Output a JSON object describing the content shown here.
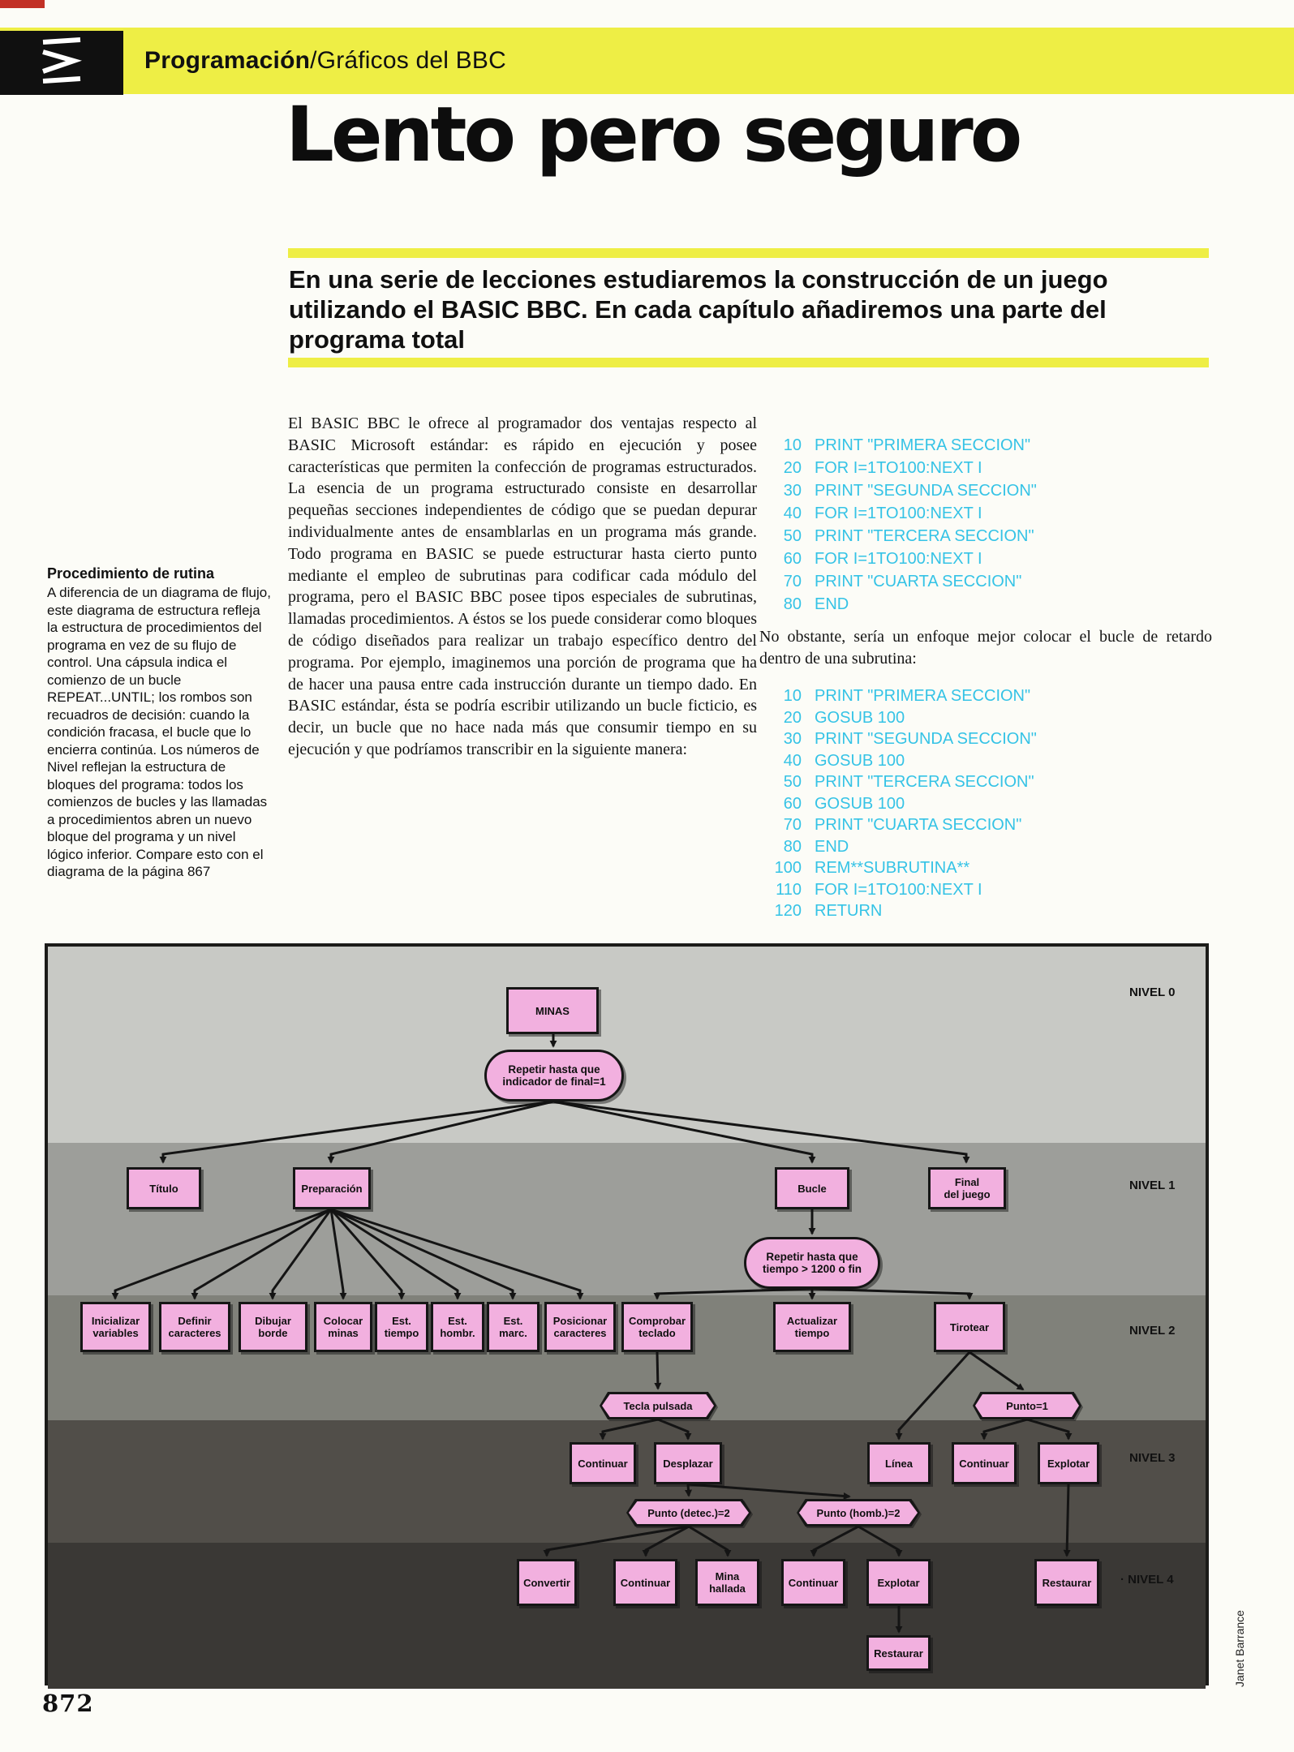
{
  "header": {
    "section_bold": "Programación",
    "section_rest": "/Gráficos del BBC",
    "strand_icon": "code-strand-icon"
  },
  "title": "Lento pero seguro",
  "standfirst": "En una serie de lecciones estudiaremos la construcción de un juego utilizando el BASIC BBC. En cada capítulo añadiremos una parte del programa total",
  "sidebar": {
    "heading": "Procedimiento de rutina",
    "body": "A diferencia de un diagrama de flujo, este diagrama de estructura refleja la estructura de procedimientos del programa en vez de su flujo de control. Una cápsula indica el comienzo de un bucle REPEAT...UNTIL; los rombos son recuadros de decisión: cuando la condición fracasa, el bucle que lo encierra continúa. Los números de Nivel reflejan la estructura de bloques del programa: todos los comienzos de bucles y las llamadas a procedimientos abren un nuevo bloque del programa y un nivel lógico inferior. Compare esto con el diagrama de la página 867"
  },
  "article": {
    "col1": "El BASIC BBC le ofrece al programador dos ventajas respecto al BASIC Microsoft estándar: es rápido en ejecución y posee características que permiten la confección de programas estructurados. La esencia de un programa estructurado consiste en desarrollar pequeñas secciones independientes de código que se puedan depurar individualmente antes de ensamblarlas en un programa más grande. Todo programa en BASIC se puede estructurar hasta cierto punto mediante el empleo de subrutinas para codificar cada módulo del programa, pero el BASIC BBC posee tipos especiales de subrutinas, llamadas procedimientos. A éstos se los puede considerar como bloques de código diseñados para realizar un trabajo específico dentro del programa. Por ejemplo, imaginemos una porción de programa que ha de hacer una pausa entre cada instrucción durante un tiempo dado. En BASIC estándar, ésta se podría escribir utilizando un bucle ficticio, es decir, un bucle que no hace nada más que consumir tiempo en su ejecución y que podríamos transcribir en la siguiente manera:",
    "between_code": "No obstante, sería un enfoque mejor colocar el bucle de retardo dentro de una subrutina:"
  },
  "code1": {
    "lines": [
      {
        "n": "10",
        "t": "PRINT \"PRIMERA SECCION\""
      },
      {
        "n": "20",
        "t": "FOR I=1TO100:NEXT I"
      },
      {
        "n": "30",
        "t": "PRINT \"SEGUNDA SECCION\""
      },
      {
        "n": "40",
        "t": "FOR I=1TO100:NEXT I"
      },
      {
        "n": "50",
        "t": "PRINT \"TERCERA SECCION\""
      },
      {
        "n": "60",
        "t": "FOR I=1TO100:NEXT I"
      },
      {
        "n": "70",
        "t": "PRINT \"CUARTA SECCION\""
      },
      {
        "n": "80",
        "t": "END"
      }
    ]
  },
  "code2": {
    "lines": [
      {
        "n": "10",
        "t": "PRINT \"PRIMERA SECCION\""
      },
      {
        "n": "20",
        "t": "GOSUB 100"
      },
      {
        "n": "30",
        "t": "PRINT \"SEGUNDA SECCION\""
      },
      {
        "n": "40",
        "t": "GOSUB 100"
      },
      {
        "n": "50",
        "t": "PRINT \"TERCERA SECCION\""
      },
      {
        "n": "60",
        "t": "GOSUB 100"
      },
      {
        "n": "70",
        "t": "PRINT \"CUARTA SECCION\""
      },
      {
        "n": "80",
        "t": "END"
      },
      {
        "n": "100",
        "t": "REM**SUBRUTINA**"
      },
      {
        "n": "110",
        "t": "FOR I=1TO100:NEXT I"
      },
      {
        "n": "120",
        "t": "RETURN"
      }
    ]
  },
  "diagram": {
    "levels": [
      "NIVEL 0",
      "NIVEL 1",
      "NIVEL 2",
      "NIVEL 3",
      "· NIVEL 4"
    ],
    "nodes": {
      "minas": "MINAS",
      "cap1": "Repetir hasta que\nindicador de final=1",
      "titulo": "Título",
      "preparacion": "Preparación",
      "bucle": "Bucle",
      "final": "Final\ndel juego",
      "cap2": "Repetir hasta que\ntiempo > 1200 o fin",
      "inicializar": "Inicializar\nvariables",
      "definir": "Definir\ncaracteres",
      "dibujar": "Dibujar\nborde",
      "colocar": "Colocar\nminas",
      "est_tiempo": "Est.\ntiempo",
      "est_hombr": "Est.\nhombr.",
      "est_marc": "Est.\nmarc.",
      "posicionar": "Posicionar\ncaracteres",
      "comprobar": "Comprobar\nteclado",
      "actualizar": "Actualizar\ntiempo",
      "tirotear": "Tirotear",
      "tecla_pulsada": "Tecla pulsada",
      "punto1": "Punto=1",
      "continuar3a": "Continuar",
      "desplazar": "Desplazar",
      "linea": "Línea",
      "continuar3b": "Continuar",
      "explotar3": "Explotar",
      "punto_detec": "Punto (detec.)=2",
      "punto_homb": "Punto (homb.)=2",
      "convertir": "Convertir",
      "continuar4a": "Continuar",
      "mina_hallada": "Mina\nhallada",
      "continuar4b": "Continuar",
      "explotar4": "Explotar",
      "restaurar4": "Restaurar",
      "restaurar_b": "Restaurar"
    }
  },
  "footer": {
    "page_number": "872",
    "credit": "Janet Barrance"
  },
  "colors": {
    "accent_yellow": "#eeee45",
    "code_cyan": "#35c3e6",
    "node_pink": "#f2b0df",
    "strip_red": "#c23126"
  }
}
